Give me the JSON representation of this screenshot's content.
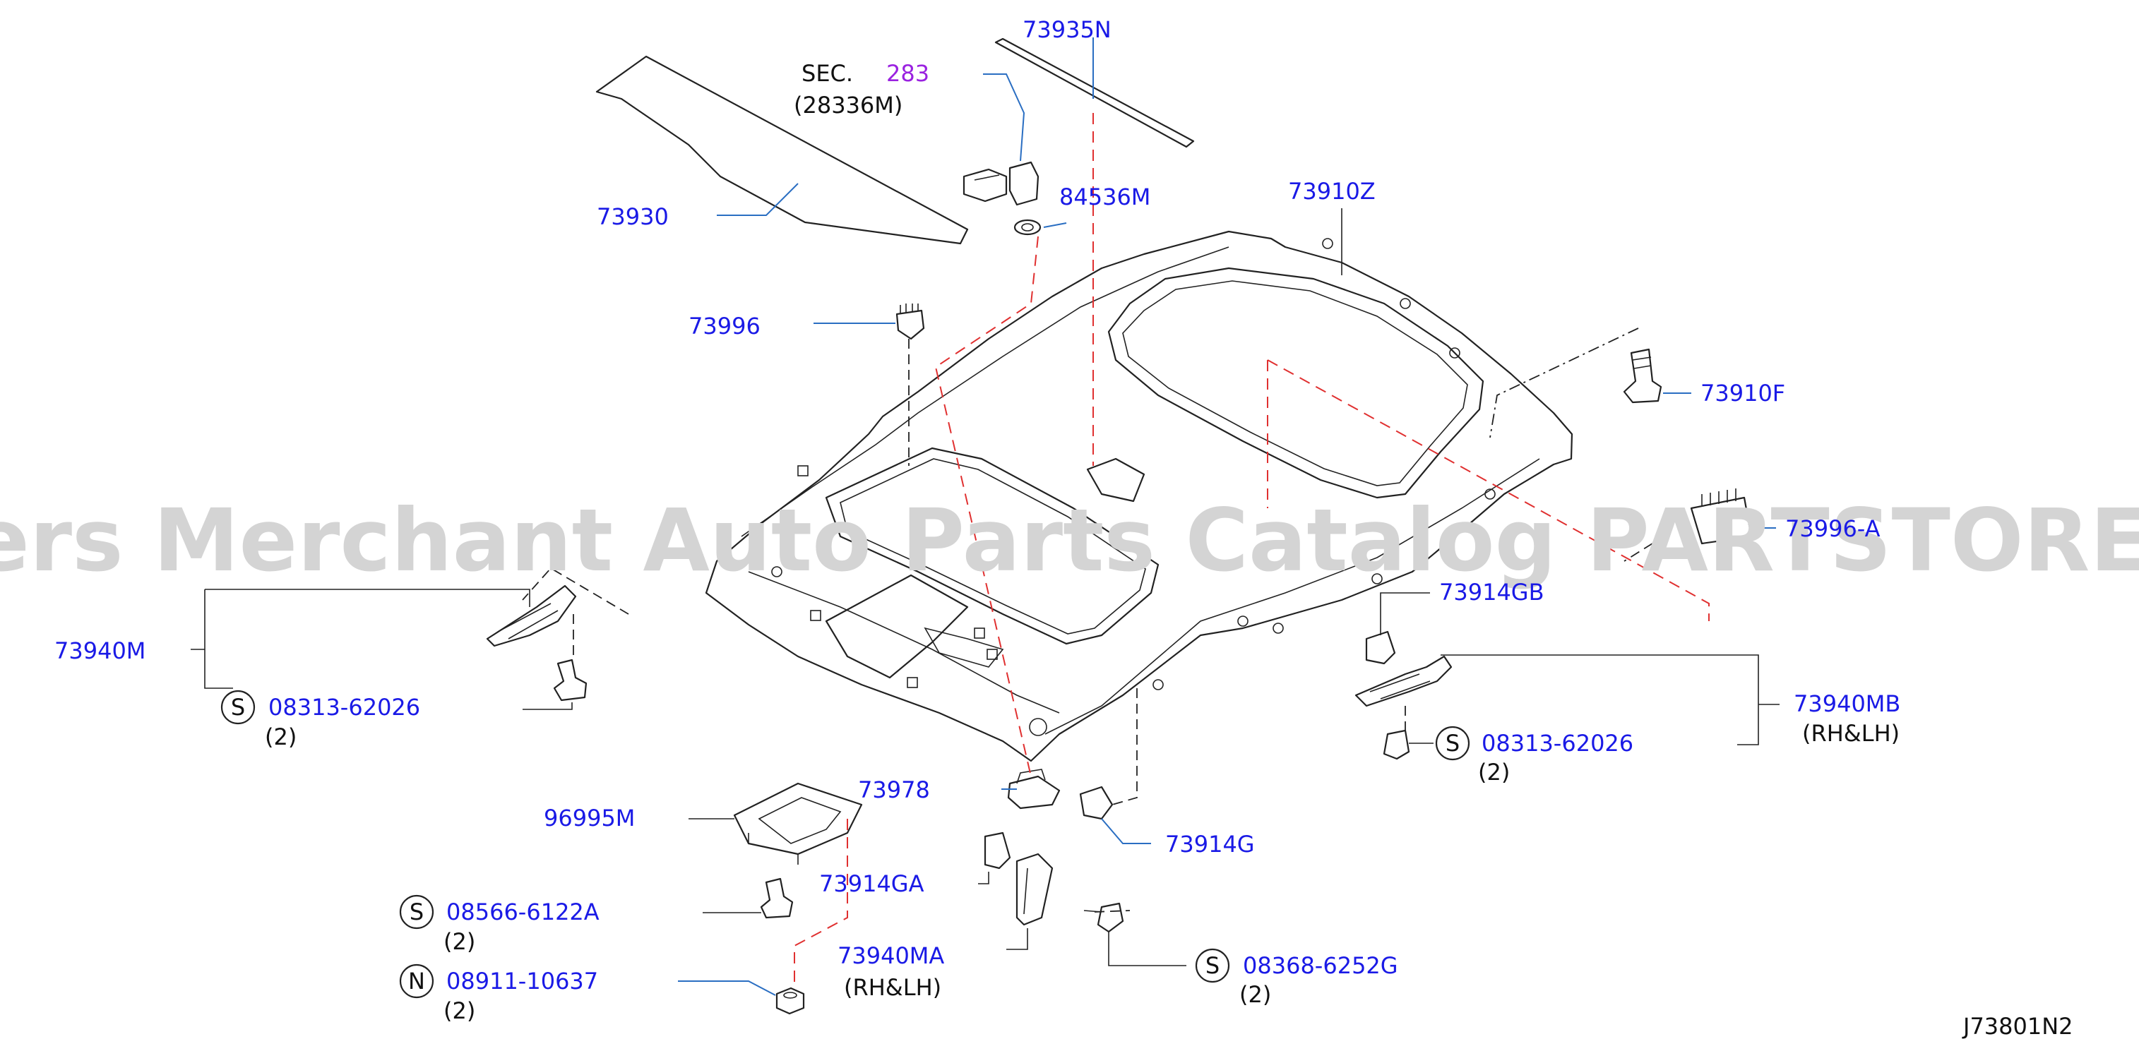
{
  "colors": {
    "part_number": "#1a1ae6",
    "section_ref": "#9a22e0",
    "text_dark": "#111111",
    "leader_blue": "#2a6ec2",
    "red_dashed": "#e03030",
    "line_black": "#222222",
    "watermark": "#d4d4d4",
    "panel_fill": "#e6e6e6"
  },
  "watermark": "Offers Merchant Auto Parts Catalog PARTSTORE.SA",
  "diagram_code": "J73801N2",
  "section": {
    "prefix": "SEC.",
    "number": "283",
    "sub": "(28336M)"
  },
  "labels": {
    "p73935N": "73935N",
    "p73930": "73930",
    "p84536M": "84536M",
    "p73910Z": "73910Z",
    "p73996": "73996",
    "p73910F": "73910F",
    "p7396x": "73996-A",
    "p73940M": "73940M",
    "p73914GB": "73914GB",
    "p73940MB": "73940MB",
    "p73940MB_side": "(RH&LH)",
    "p73978": "73978",
    "p96995M": "96995M",
    "p73914G": "73914G",
    "p73914GA": "73914GA",
    "p73940MA": "73940MA",
    "p73940MA_side": "(RH&LH)"
  },
  "fasteners": [
    {
      "symbol": "S",
      "part": "08313-62026",
      "qty": "(2)"
    },
    {
      "symbol": "S",
      "part": "08313-62026",
      "qty": "(2)"
    },
    {
      "symbol": "S",
      "part": "08566-6122A",
      "qty": "(2)"
    },
    {
      "symbol": "N",
      "part": "08911-10637",
      "qty": "(2)"
    },
    {
      "symbol": "S",
      "part": "08368-6252G",
      "qty": "(2)"
    }
  ]
}
